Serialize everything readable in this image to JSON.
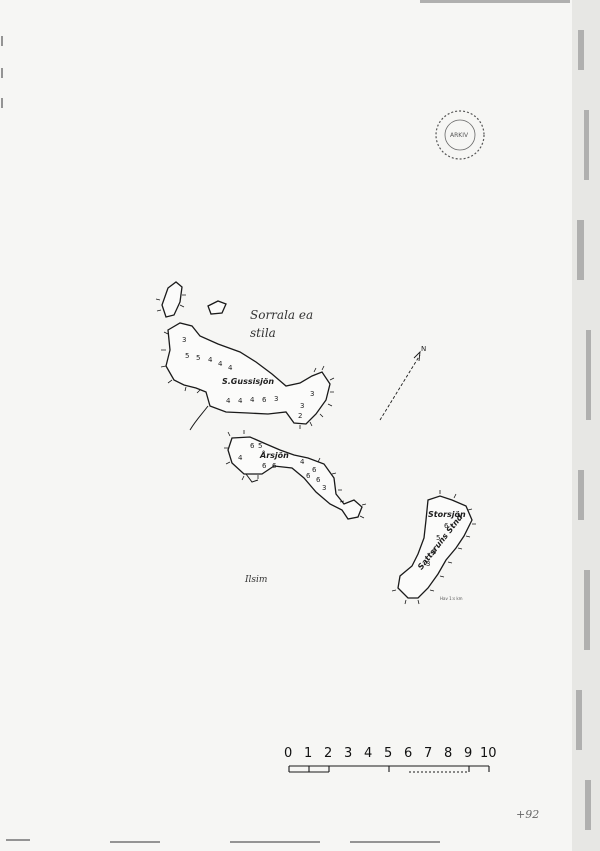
{
  "title_handwritten": "Sorrala ea stila",
  "lakes": {
    "gussisjon": "S.Gussisjön",
    "arsjon": "Årsjön",
    "storsjon": "Storsjön",
    "lower_label": "Sattsruns Stnd"
  },
  "handwritten_bottom": "Ilsim",
  "north_label": "N",
  "scale": {
    "labels": [
      "0",
      "1",
      "2",
      "3",
      "4",
      "5",
      "6",
      "7",
      "8",
      "9",
      "10"
    ]
  },
  "footer_ref": "+92",
  "stamp_text": "ARKIV",
  "tiny_note": "Hav 1:s km",
  "depths": {
    "gussisjon": [
      "3",
      "5",
      "5",
      "4",
      "4",
      "4",
      "4",
      "4",
      "4",
      "6",
      "3",
      "3",
      "3",
      "2"
    ],
    "arsjon": [
      "6",
      "5",
      "4",
      "6",
      "6",
      "4",
      "6",
      "6",
      "6",
      "3"
    ],
    "storsjon": [
      "6",
      "5",
      "6",
      "3"
    ]
  }
}
